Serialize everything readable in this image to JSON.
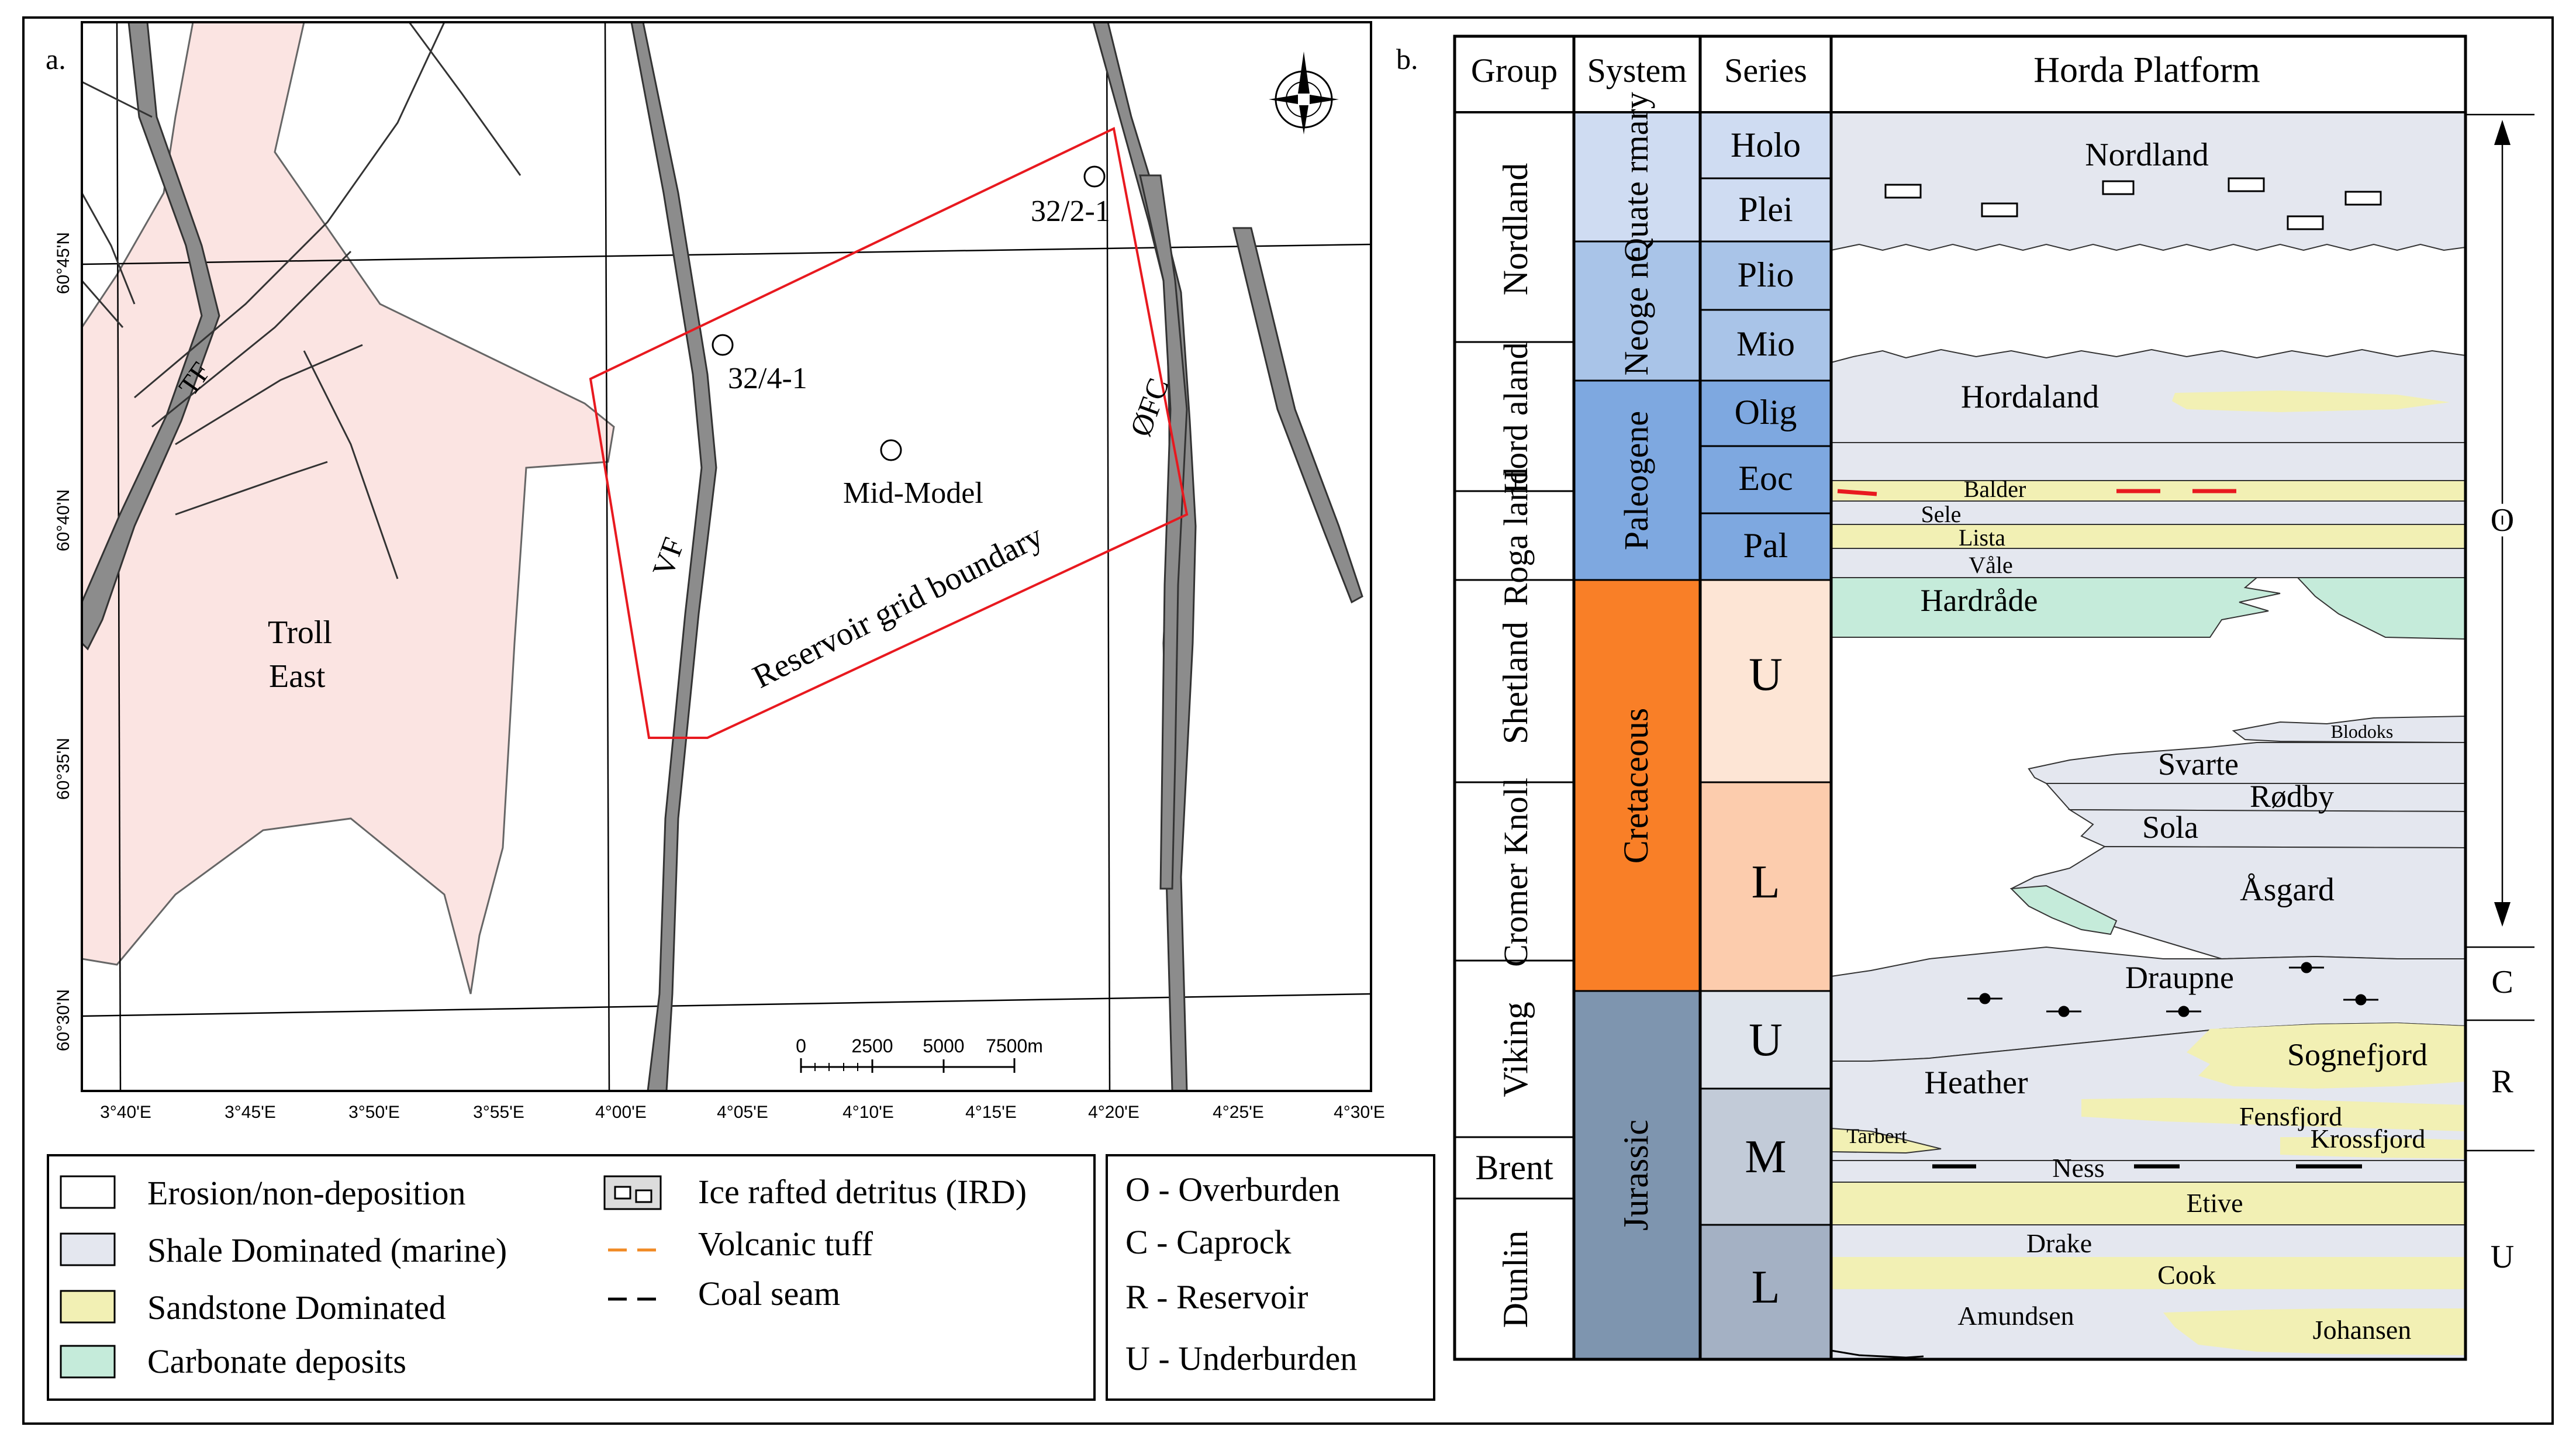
{
  "panel_a": {
    "label": "a.",
    "labels": {
      "well_32_2_1": "32/2-1",
      "well_32_4_1": "32/4-1",
      "mid_model": "Mid-Model",
      "tf": "TF",
      "vf": "VF",
      "ofc": "ØFC",
      "troll_line1": "Troll",
      "troll_line2": "East",
      "reservoir_boundary": "Reservoir grid boundary"
    },
    "lat_ticks": [
      "60°45'N",
      "60°40'N",
      "60°35'N",
      "60°30'N"
    ],
    "lon_ticks": [
      "3°40'E",
      "3°45'E",
      "3°50'E",
      "3°55'E",
      "4°00'E",
      "4°05'E",
      "4°10'E",
      "4°15'E",
      "4°20'E",
      "4°25'E",
      "4°30'E"
    ],
    "scale_labels": [
      "0",
      "2500",
      "5000",
      "7500m"
    ]
  },
  "panel_b": {
    "label": "b.",
    "headers": {
      "group": "Group",
      "system": "System",
      "series": "Series",
      "platform": "Horda Platform"
    },
    "groups": [
      "Nordland",
      "Hord aland",
      "Roga land",
      "Shetland",
      "Cromer Knoll",
      "Viking",
      "Brent",
      "Dunlin"
    ],
    "systems": [
      "Quate rmary",
      "Neoge ne",
      "Paleogene",
      "Cretaceous",
      "Jurassic"
    ],
    "series": [
      "Holo",
      "Plei",
      "Plio",
      "Mio",
      "Olig",
      "Eoc",
      "Pal",
      "U",
      "L",
      "U",
      "M",
      "L"
    ],
    "formations": {
      "nordland": "Nordland",
      "hordaland": "Hordaland",
      "balder": "Balder",
      "sele": "Sele",
      "lista": "Lista",
      "vale": "Våle",
      "hardrade": "Hardråde",
      "blodoks": "Blodoks",
      "svarte": "Svarte",
      "rodby": "Rødby",
      "sola": "Sola",
      "asgard": "Åsgard",
      "draupne": "Draupne",
      "sognefjord": "Sognefjord",
      "heather": "Heather",
      "fensfjord": "Fensfjord",
      "krossfjord": "Krossfjord",
      "tarbert": "Tarbert",
      "ness": "Ness",
      "etive": "Etive",
      "drake": "Drake",
      "cook": "Cook",
      "amundsen": "Amundsen",
      "johansen": "Johansen"
    },
    "zones": [
      "O",
      "C",
      "R",
      "U"
    ]
  },
  "legend": {
    "facies": [
      "Erosion/non-deposition",
      "Shale Dominated (marine)",
      "Sandstone Dominated",
      "Carbonate deposits"
    ],
    "symbols": [
      "Ice rafted detritus (IRD)",
      "Volcanic tuff",
      "Coal seam"
    ],
    "zones": [
      "O - Overburden",
      "C - Caprock",
      "R - Reservoir",
      "U - Underburden"
    ]
  },
  "colors": {
    "shale": "#e4e7ef",
    "sand": "#f2f0b4",
    "carbonate": "#c5ebda",
    "troll": "#fbe4e2",
    "quaternary": "#cfdcf2",
    "neogene": "#a9c4e8",
    "paleogene": "#7ea8e0",
    "cretaceous": "#f97f27",
    "jurassic": "#7e95af",
    "cret_upper": "#fde5d5",
    "cret_lower": "#fcccad",
    "jur_upper": "#dfe4ec",
    "jur_middle": "#c2cbd8",
    "jur_lower": "#a4b1c4",
    "boundary": "#e8191f",
    "tuff": "#f08a24"
  }
}
